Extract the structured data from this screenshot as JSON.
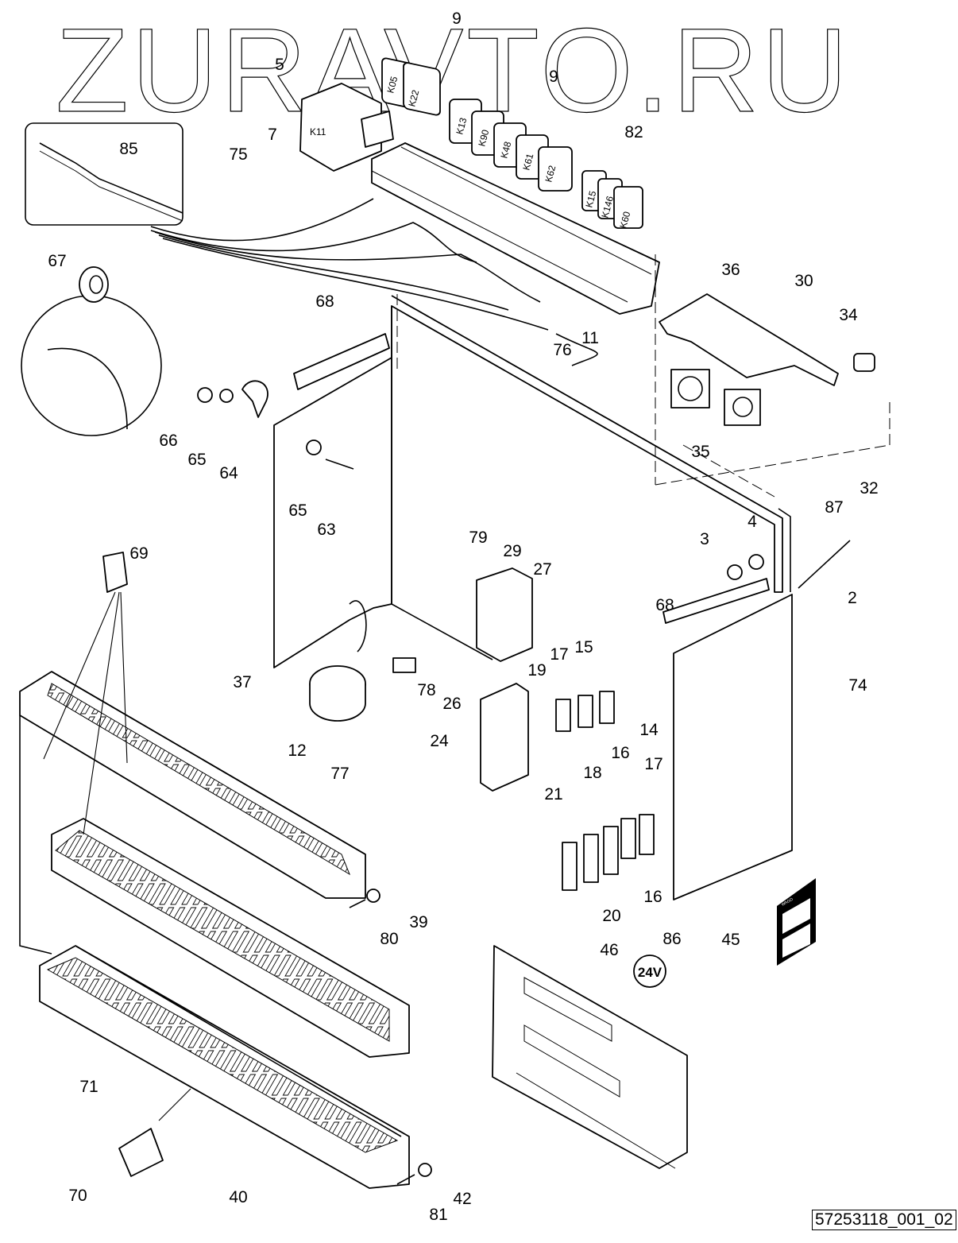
{
  "watermark": "ZURAVTO.RU",
  "reference_number": "57253118_001_02",
  "relay_labels": {
    "k05": "K05",
    "k22": "K22",
    "k11": "K11",
    "k13": "K13",
    "k90": "K90",
    "k48": "K48",
    "k61": "K61",
    "k62": "K62",
    "k15": "K15",
    "k146": "K146",
    "k60": "K60"
  },
  "decal_24v": "24V",
  "label_wago": "WAGO",
  "callouts": [
    "9",
    "9",
    "5",
    "7",
    "75",
    "85",
    "82",
    "67",
    "68",
    "36",
    "30",
    "34",
    "76",
    "11",
    "66",
    "65",
    "64",
    "65",
    "63",
    "35",
    "87",
    "32",
    "4",
    "3",
    "2",
    "79",
    "29",
    "27",
    "69",
    "68",
    "74",
    "37",
    "17",
    "15",
    "19",
    "78",
    "26",
    "14",
    "16",
    "12",
    "24",
    "77",
    "18",
    "17",
    "21",
    "39",
    "80",
    "20",
    "16",
    "45",
    "46",
    "86",
    "71",
    "40",
    "70",
    "42",
    "81"
  ]
}
